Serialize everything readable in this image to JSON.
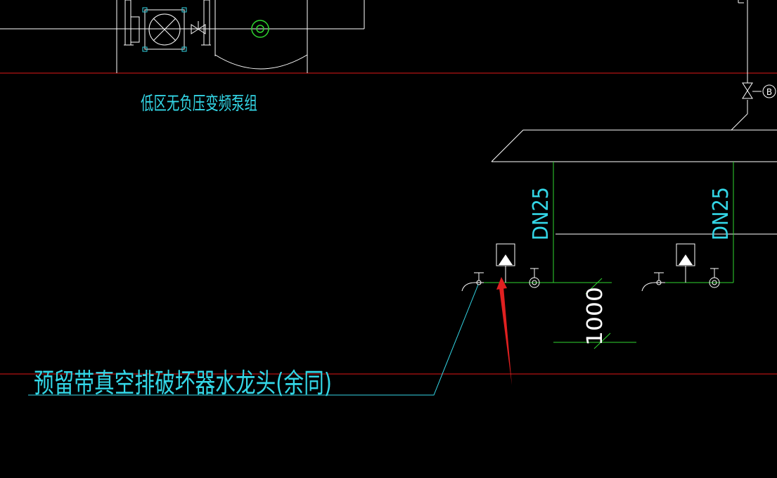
{
  "diagram": {
    "colors": {
      "background": "#000000",
      "white": "#ffffff",
      "cyan": "#33d6e6",
      "green": "#2fd62f",
      "red": "#e01818",
      "arrow": "#e02020"
    },
    "labels": {
      "pump_group": "低区无负压变频泵组",
      "pipe_size_left": "DN25",
      "pipe_size_right": "DN25",
      "dimension": "1000",
      "faucet_note": "预留带真空排破坏器水龙头(余同)",
      "marker_b": "B"
    },
    "icons": [
      "pump-icon",
      "valve-icon",
      "faucet-icon",
      "backflow-preventer-icon",
      "gauge-icon",
      "arrow-icon"
    ]
  }
}
